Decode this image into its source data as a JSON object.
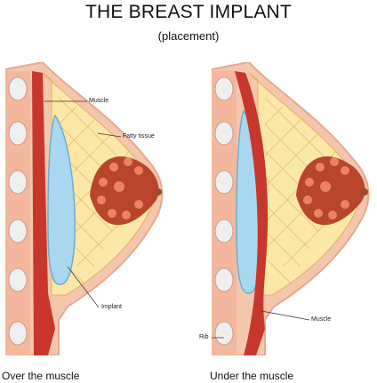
{
  "title": "THE BREAST IMPLANT",
  "subtitle": "(placement)",
  "left_panel": {
    "caption": "Over the muscle",
    "labels": {
      "muscle": "Muscle",
      "fatty_tissue": "Fatty tissue",
      "implant": "Implant"
    }
  },
  "right_panel": {
    "caption": "Under the muscle",
    "labels": {
      "muscle": "Muscle",
      "rib": "Rib"
    }
  },
  "colors": {
    "skin": "#f4c6ad",
    "skin_outline": "#e8a98a",
    "muscle": "#c8372d",
    "rib": "#efefef",
    "fat": "#fbe7a8",
    "gland": "#b8452c",
    "implant": "#a9d7ef",
    "nipple": "#9e4a2e"
  }
}
